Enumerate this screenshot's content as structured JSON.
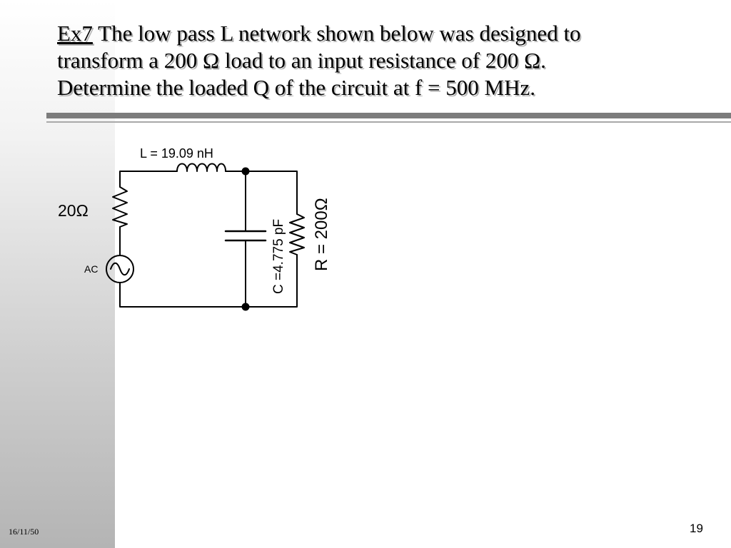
{
  "slide": {
    "title_ex": "Ex7",
    "title_line1": " The low pass L network shown below was designed to",
    "title_line2": "transform a 200 Ω load to an input resistance of 200 Ω.",
    "title_line3": "Determine the loaded Q of the circuit at f = 500 MHz.",
    "footer_date": "16/11/50",
    "page_number": "19"
  },
  "circuit": {
    "inductor_label": "L = 19.09 nH",
    "source_resistor_label": "20Ω",
    "source_label": "AC",
    "capacitor_label": "C =4.775 pF",
    "load_label": "R = 200Ω"
  },
  "colors": {
    "sidebar_top": "#ffffff",
    "sidebar_bottom": "#b4b4b4",
    "rule_dark": "#7c7c7c",
    "rule_light": "#a9a9a9"
  }
}
